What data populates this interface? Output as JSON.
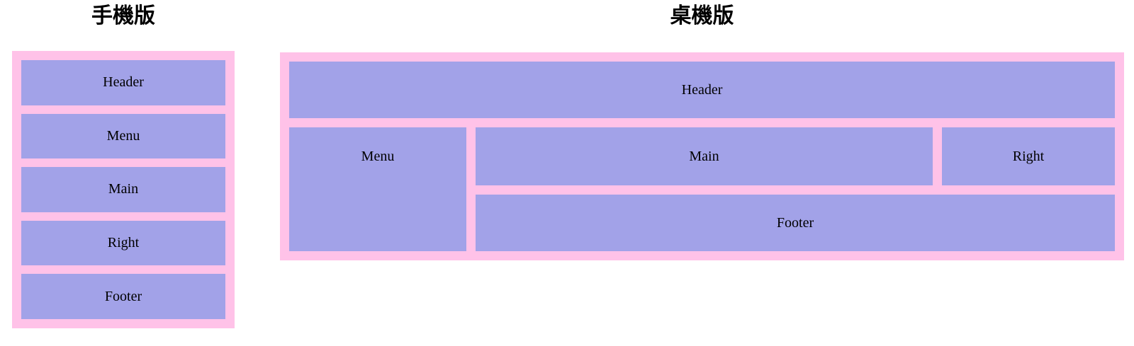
{
  "colors": {
    "container_pink": "#ffc2e8",
    "box_purple": "#a2a2e8",
    "text": "#000000",
    "page_background": "#ffffff"
  },
  "mobile": {
    "title": "手機版",
    "boxes": {
      "header": "Header",
      "menu": "Menu",
      "main": "Main",
      "right": "Right",
      "footer": "Footer"
    }
  },
  "desktop": {
    "title": "桌機版",
    "boxes": {
      "header": "Header",
      "menu": "Menu",
      "main": "Main",
      "right": "Right",
      "footer": "Footer"
    }
  }
}
